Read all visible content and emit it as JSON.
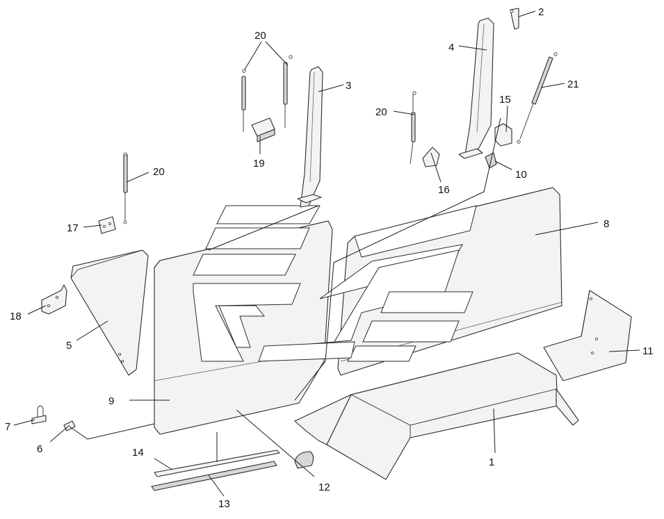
{
  "callouts": {
    "c1": "1",
    "c2": "2",
    "c3": "3",
    "c4": "4",
    "c5": "5",
    "c6": "6",
    "c7": "7",
    "c8": "8",
    "c9": "9",
    "c10": "10",
    "c11": "11",
    "c12": "12",
    "c13": "13",
    "c14": "14",
    "c15": "15",
    "c16": "16",
    "c17": "17",
    "c18": "18",
    "c19": "19",
    "c20a": "20",
    "c20b": "20",
    "c20c": "20",
    "c21": "21"
  }
}
